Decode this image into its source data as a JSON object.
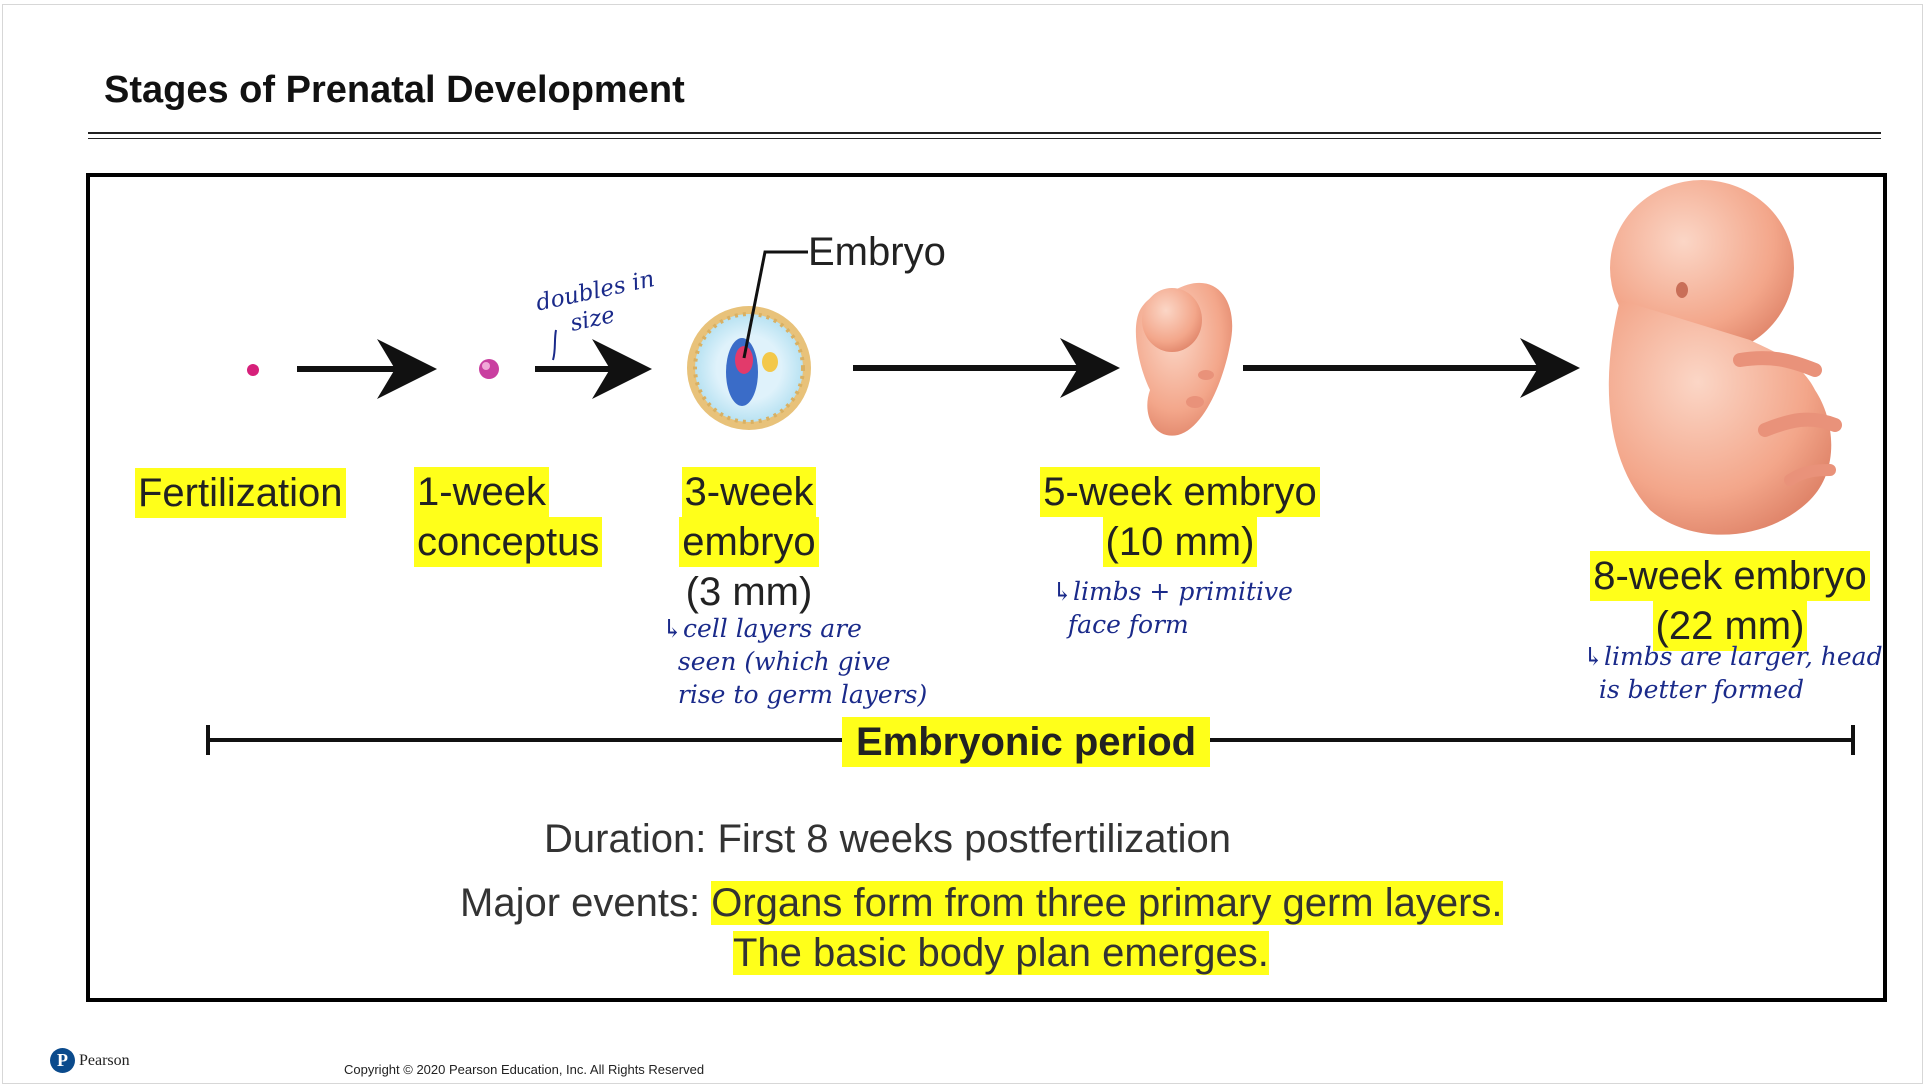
{
  "slide": {
    "title": "Stages of Prenatal Development"
  },
  "figure": {
    "stages": {
      "fertilization": "Fertilization",
      "week1_line1": "1-week",
      "week1_line2": "conceptus",
      "week3_line1": "3-week",
      "week3_line2": "embryo",
      "week3_line3": "(3 mm)",
      "week5_line1": "5-week embryo",
      "week5_line2": "(10 mm)",
      "week8_line1": "8-week embryo",
      "week8_line2": "(22 mm)"
    },
    "embryo_callout": "Embryo",
    "period_label": "Embryonic period",
    "duration_label": "Duration:",
    "duration_value": "First 8 weeks postfertilization",
    "events_label": "Major events:",
    "events_line1": "Organs form from three primary germ layers.",
    "events_line2": "The basic body plan emerges."
  },
  "annotations": {
    "doubles_line1": "doubles in",
    "doubles_line2": "size",
    "week3_note_line1": "cell layers are",
    "week3_note_line2": "seen (which give",
    "week3_note_line3": "rise to germ layers)",
    "week5_note_line1": "limbs + primitive",
    "week5_note_line2": "face form",
    "week8_note_line1": "limbs are larger, head",
    "week8_note_line2": "is better formed"
  },
  "footer": {
    "logo_letter": "P",
    "logo_text": "Pearson",
    "copyright": "Copyright © 2020 Pearson Education, Inc. All Rights Reserved"
  },
  "colors": {
    "highlight": "#ffff1a",
    "ink": "#1a2a8a",
    "dot": "#d6207a",
    "embryo_skin": "#f3a68a"
  }
}
